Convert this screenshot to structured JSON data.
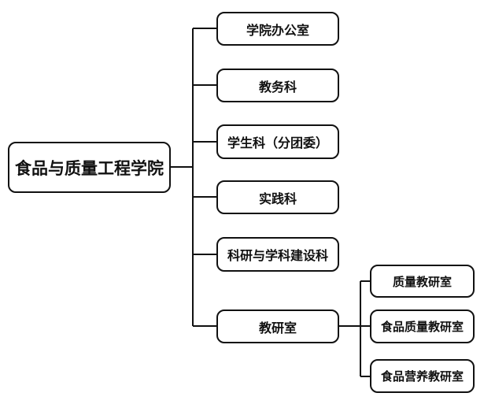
{
  "root": {
    "label": "食品与质量工程学院"
  },
  "departments": [
    {
      "label": "学院办公室"
    },
    {
      "label": "教务科"
    },
    {
      "label": "学生科（分团委）"
    },
    {
      "label": "实践科"
    },
    {
      "label": "科研与学科建设科"
    },
    {
      "label": "教研室",
      "children": [
        {
          "label": "质量教研室"
        },
        {
          "label": "食品质量教研室"
        },
        {
          "label": "食品营养教研室"
        }
      ]
    }
  ],
  "colors": {
    "line": "#111111",
    "border": "#111111",
    "background": "#ffffff"
  }
}
